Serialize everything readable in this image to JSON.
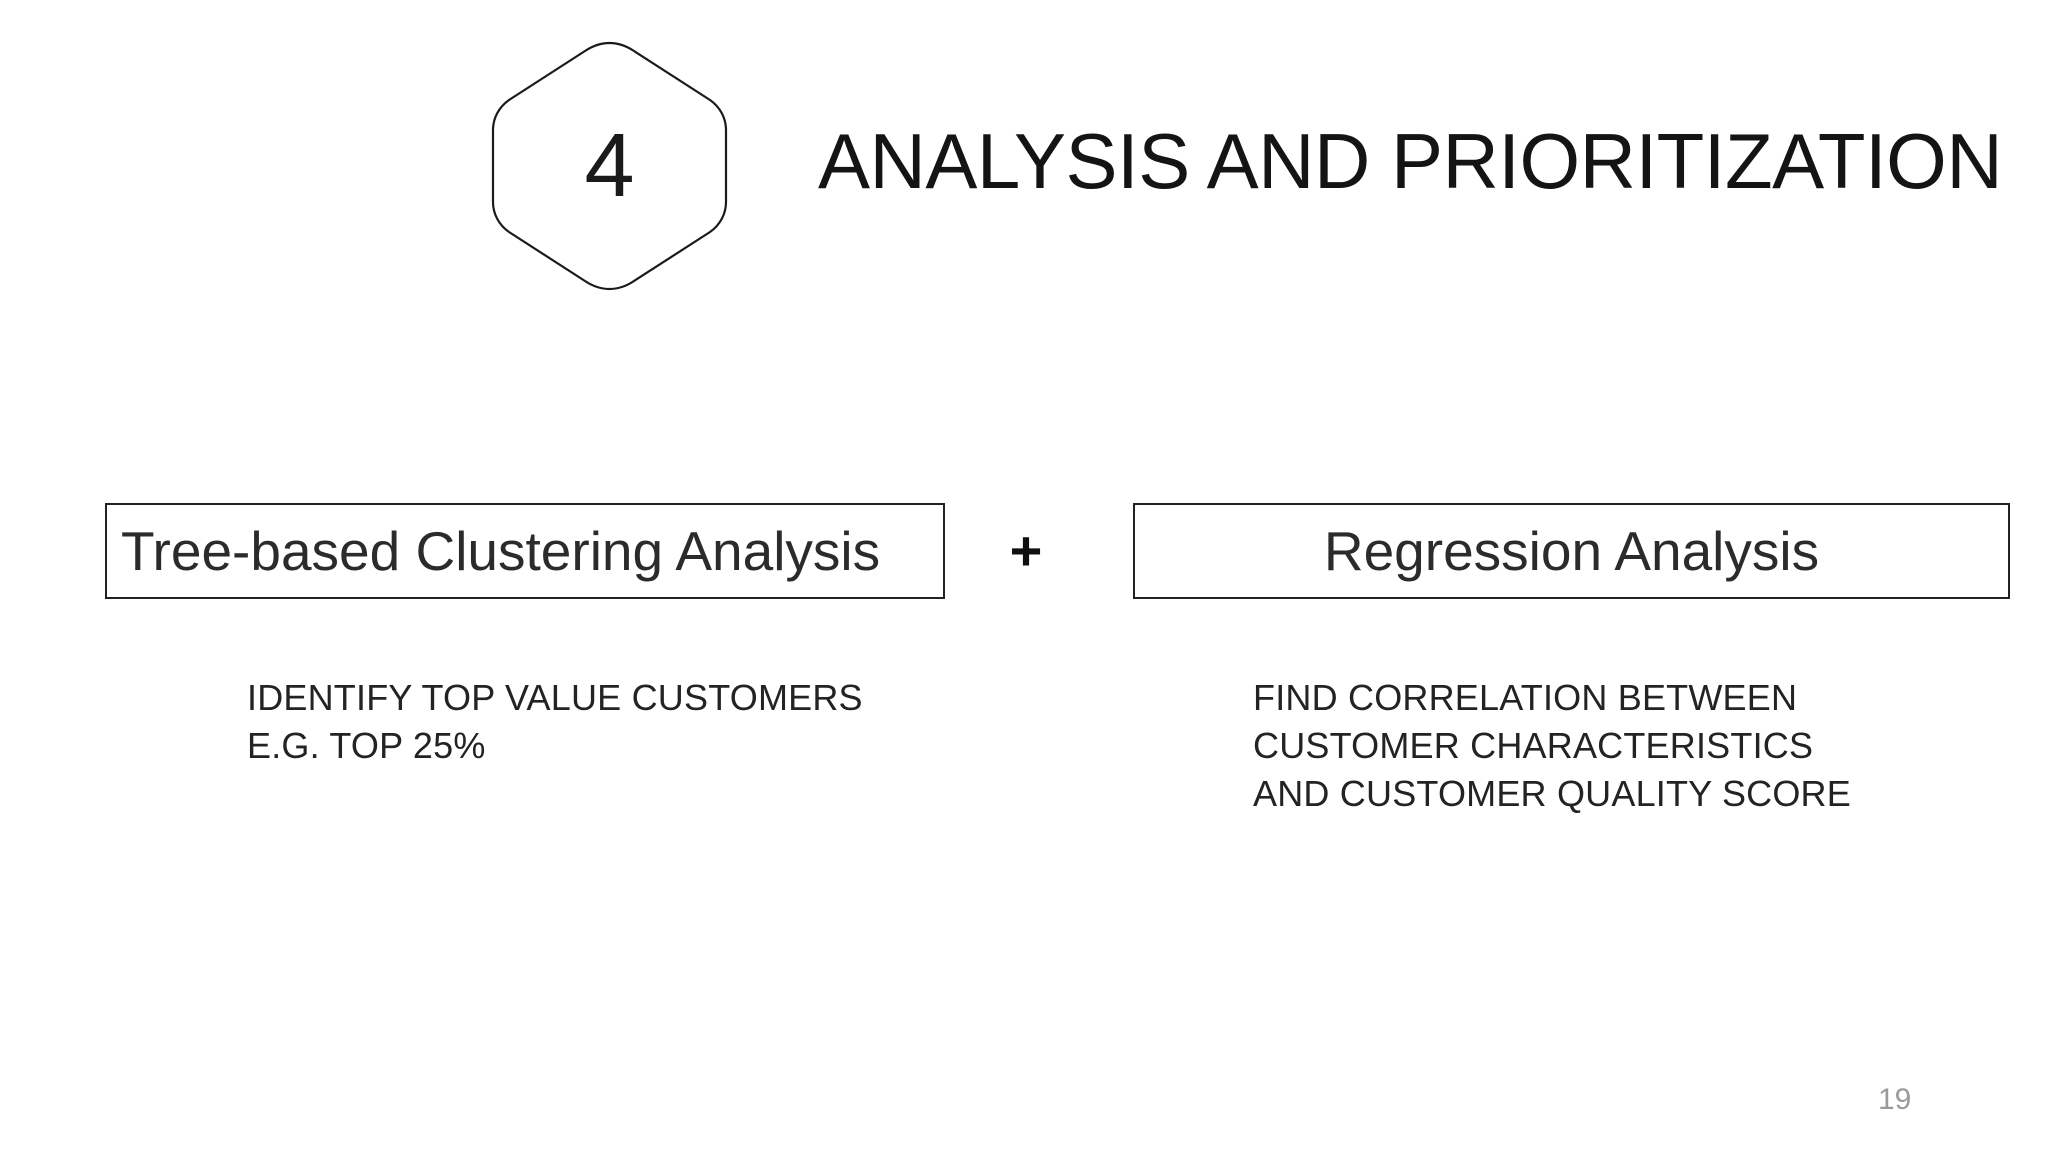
{
  "slide": {
    "background_color": "#ffffff",
    "text_color": "#232323",
    "page_number": "19"
  },
  "header": {
    "badge_number": "4",
    "badge_shape": "hexagon-outline",
    "title": "ANALYSIS AND PRIORITIZATION"
  },
  "methods": {
    "operator": "+",
    "left": {
      "label": "Tree-based Clustering Analysis",
      "description_lines": [
        "IDENTIFY TOP VALUE CUSTOMERS",
        "E.G. TOP 25%"
      ]
    },
    "right": {
      "label": "Regression Analysis",
      "description_lines": [
        "FIND CORRELATION BETWEEN",
        "CUSTOMER CHARACTERISTICS",
        "AND CUSTOMER QUALITY SCORE"
      ]
    }
  }
}
